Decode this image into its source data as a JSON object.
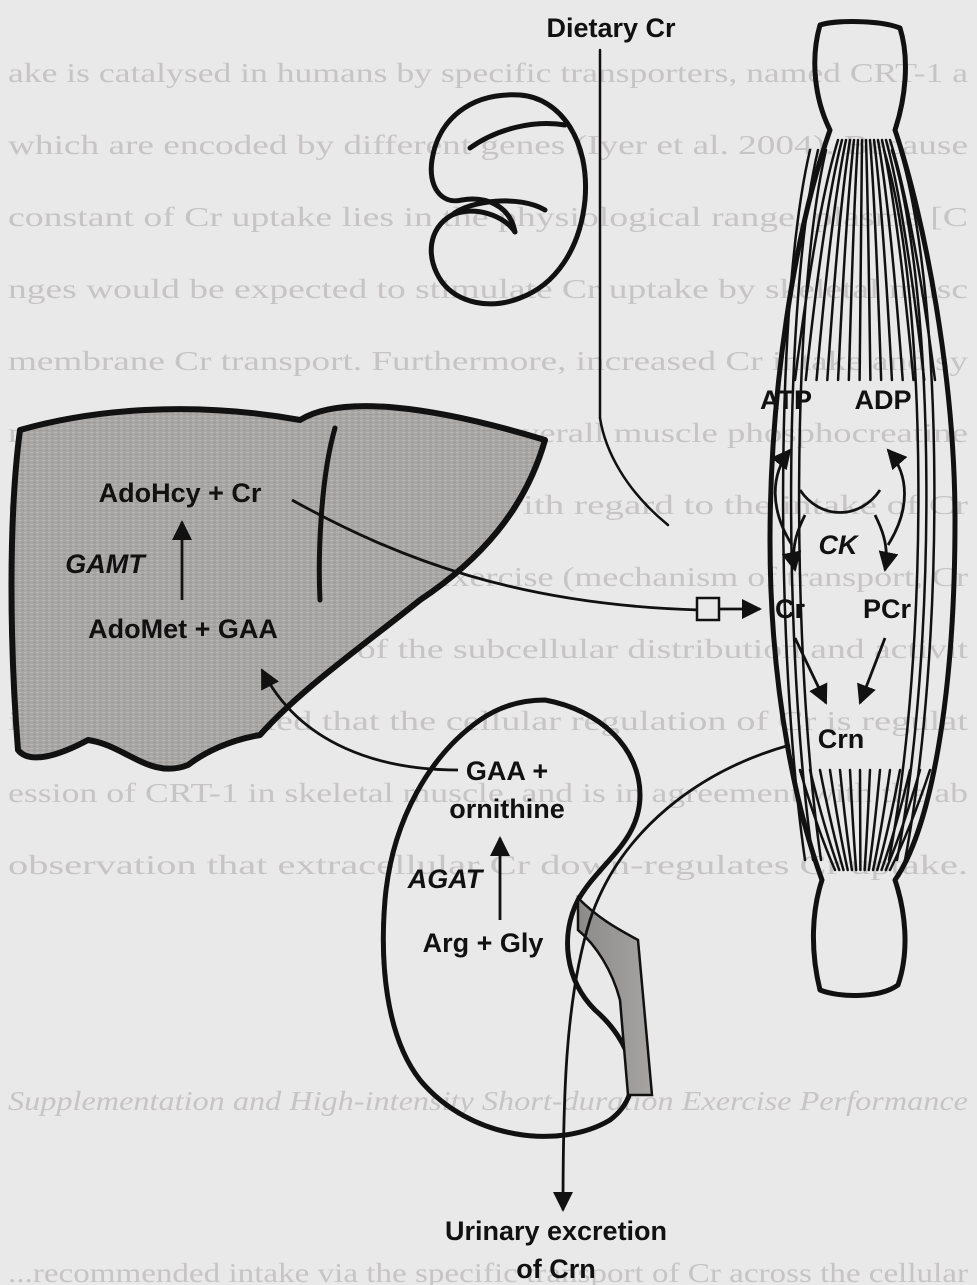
{
  "background_text": {
    "lines": [
      "ake is catalysed in humans by specific transporters, named CRT-1 a",
      "which are encoded by different genes (Iyer et al. 2004). Because",
      "constant of Cr uptake lies in the physiological range, plasma [C",
      "nges would be expected to stimulate Cr uptake by skeletal musc",
      "membrane Cr transport. Furthermore, increased Cr intake and sy",
      "ntake and expression) may affect overall muscle phosphocreatine",
      "ences in the dietary behaviour, with regard to the intake of Cr",
      "the physiological response to exercise (mechanism of transport, Cr",
      "centration, and control of the subcellular distribution and activit",
      "it has been revealed that the cellular regulation of Cr is regulat",
      "ession of CRT-1 in skeletal muscle, and is in agreement with the ab",
      "observation that extracellular Cr down-regulates Cr uptake."
    ],
    "italic_line": "Supplementation and High-intensity Short-duration Exercise Performance",
    "bottom_line": "...recommended intake via the specific transport of Cr across the cellular"
  },
  "diagram": {
    "dietary_cr": "Dietary Cr",
    "liver": {
      "top_reaction": "AdoHcy + Cr",
      "enzyme": "GAMT",
      "bottom_reaction": "AdoMet + GAA"
    },
    "kidney": {
      "product_line1": "GAA +",
      "product_line2": "ornithine",
      "enzyme": "AGAT",
      "substrates": "Arg + Gly"
    },
    "muscle": {
      "atp": "ATP",
      "adp": "ADP",
      "enzyme": "CK",
      "cr": "Cr",
      "pcr": "PCr",
      "crn": "Crn"
    },
    "excretion_line1": "Urinary excretion",
    "excretion_line2": "of Crn"
  },
  "colors": {
    "background": "#eae9e9",
    "organ_fill": "#a9a6a6",
    "line": "#111111",
    "faded_text": "#c6c4c4"
  }
}
